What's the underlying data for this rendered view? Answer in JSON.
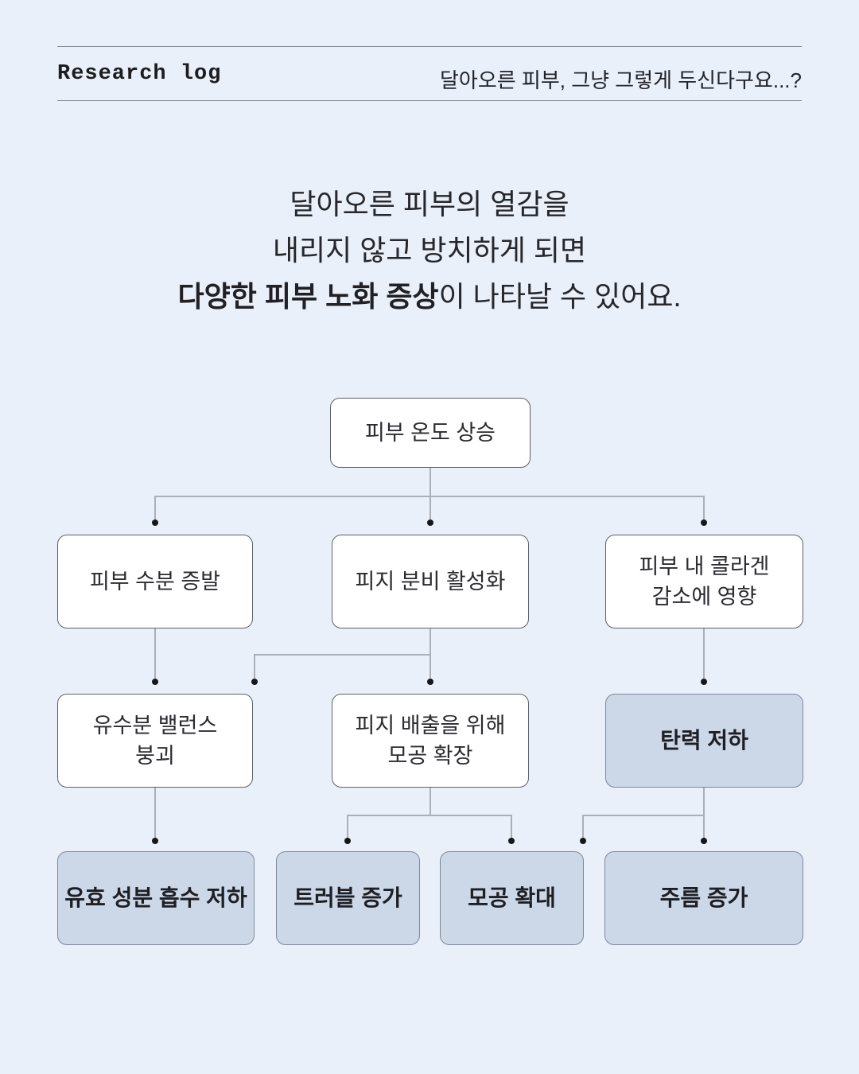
{
  "header": {
    "brand": "Research log",
    "tagline": "달아오른 피부, 그냥 그렇게 두신다구요...?"
  },
  "intro": {
    "line1": "달아오른 피부의 열감을",
    "line2": "내리지 않고 방치하게 되면",
    "line3_bold": "다양한 피부 노화 증상",
    "line3_rest": "이 나타날 수 있어요."
  },
  "diagram": {
    "nodes": {
      "root": "피부 온도 상승",
      "moisture": "피부 수분 증발",
      "sebum": "피지 분비 활성화",
      "collagen": "피부 내 콜라겐\n감소에 영향",
      "balance": "유수분 밸런스\n붕괴",
      "pore_expand": "피지 배출을 위해\n모공 확장",
      "elasticity": "탄력 저하",
      "absorption": "유효 성분 흡수 저하",
      "trouble": "트러블 증가",
      "pore_enlarge": "모공 확대",
      "wrinkle": "주름 증가"
    }
  },
  "colors": {
    "background": "#e9f0f9",
    "box_fill_white": "#ffffff",
    "box_fill_shaded": "#ccd7e8",
    "box_border_white": "#5d6168",
    "box_border_shaded": "#7e8899",
    "connector_line": "#a9b0ba",
    "connector_dot": "#17171a",
    "text": "#26262b"
  }
}
